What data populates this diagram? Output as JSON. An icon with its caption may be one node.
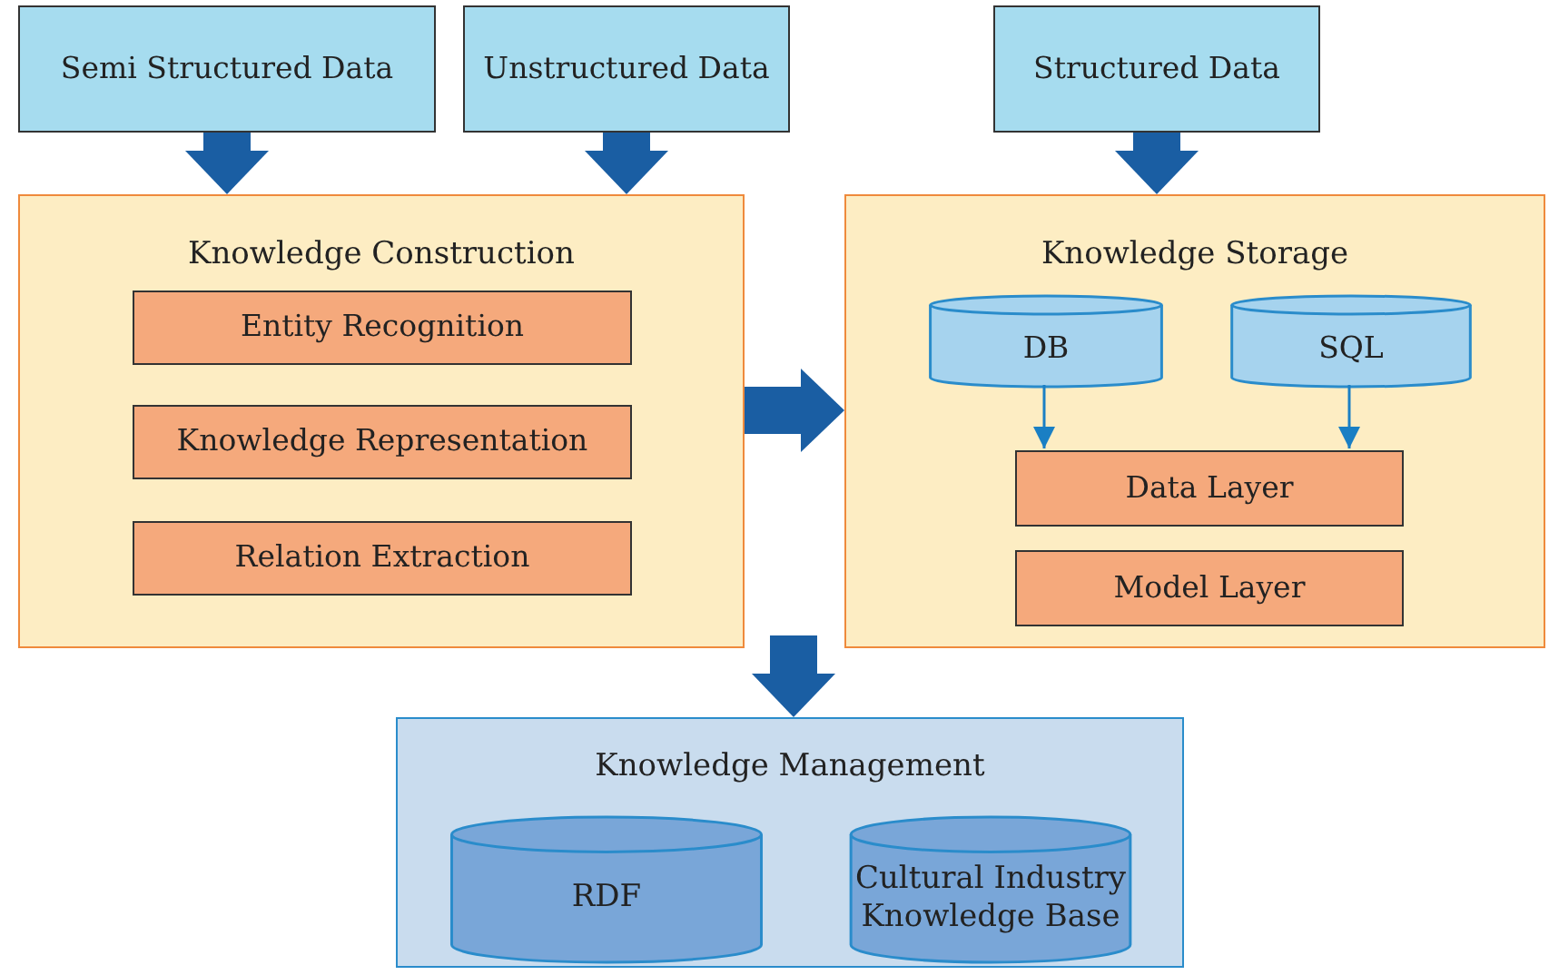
{
  "diagram": {
    "nodes": [
      {
        "text": [
          "Semi Structured Data"
        ]
      },
      {
        "text": [
          "Unstructured Data"
        ]
      },
      {
        "text": [
          "Structured Data"
        ]
      },
      {
        "text": [
          "Knowledge Construction"
        ]
      },
      {
        "text": [
          "Entity Recognition"
        ],
        "in": 3
      },
      {
        "text": [
          "Knowledge Representation"
        ],
        "in": 3
      },
      {
        "text": [
          "Relation Extraction"
        ],
        "in": 3
      },
      {
        "text": [
          "Knowledge Storage"
        ]
      },
      {
        "text": [
          "DB"
        ],
        "in": 7
      },
      {
        "text": [
          "SQL"
        ],
        "in": 7
      },
      {
        "text": [
          "Data Layer"
        ],
        "in": 7
      },
      {
        "text": [
          "Model Layer"
        ],
        "in": 7
      },
      {
        "text": [
          "Knowledge Management"
        ]
      },
      {
        "text": [
          "RDF"
        ],
        "in": 12
      },
      {
        "text": [
          "Cultural Industry Knowledge Base"
        ],
        "in": 12
      }
    ],
    "edges": [
      {
        "from": 0,
        "to": 3,
        "arrow": "to"
      },
      {
        "from": 1,
        "to": 3,
        "arrow": "to"
      },
      {
        "from": 2,
        "to": 7,
        "arrow": "to"
      },
      {
        "from": 3,
        "to": 7,
        "arrow": "to"
      },
      {
        "from": null,
        "to": 12,
        "arrow": "to"
      },
      {
        "from": 8,
        "to": 10,
        "arrow": "to",
        "color": "#1a7fc4"
      },
      {
        "from": 9,
        "to": 10,
        "arrow": "to",
        "color": "#1a7fc4"
      }
    ]
  }
}
